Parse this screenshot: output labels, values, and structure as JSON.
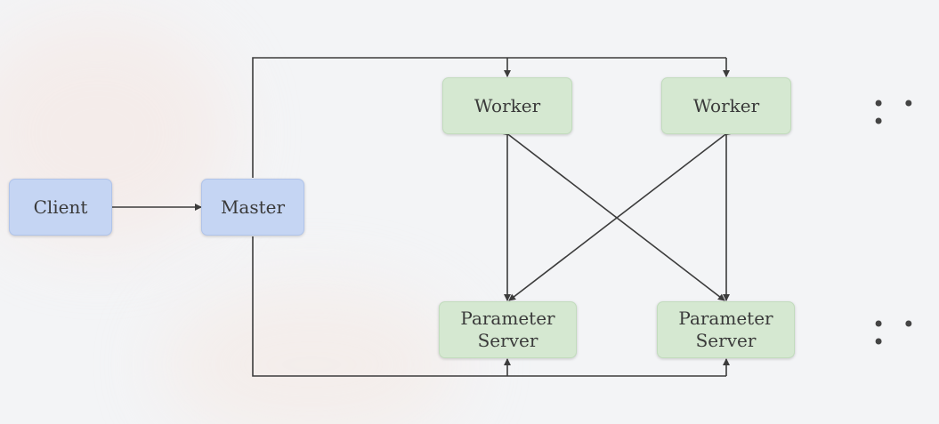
{
  "nodes": {
    "client": {
      "label": "Client"
    },
    "master": {
      "label": "Master"
    },
    "worker_1": {
      "label": "Worker"
    },
    "worker_2": {
      "label": "Worker"
    },
    "ps_1": {
      "line1": "Parameter",
      "line2": "Server"
    },
    "ps_2": {
      "line1": "Parameter",
      "line2": "Server"
    }
  },
  "ellipsis_top": "• • •",
  "ellipsis_bottom": "• • •",
  "colors": {
    "client_master_fill": "#c5d5f3",
    "worker_ps_fill": "#d5e8d1",
    "line": "#3c3c3c"
  }
}
